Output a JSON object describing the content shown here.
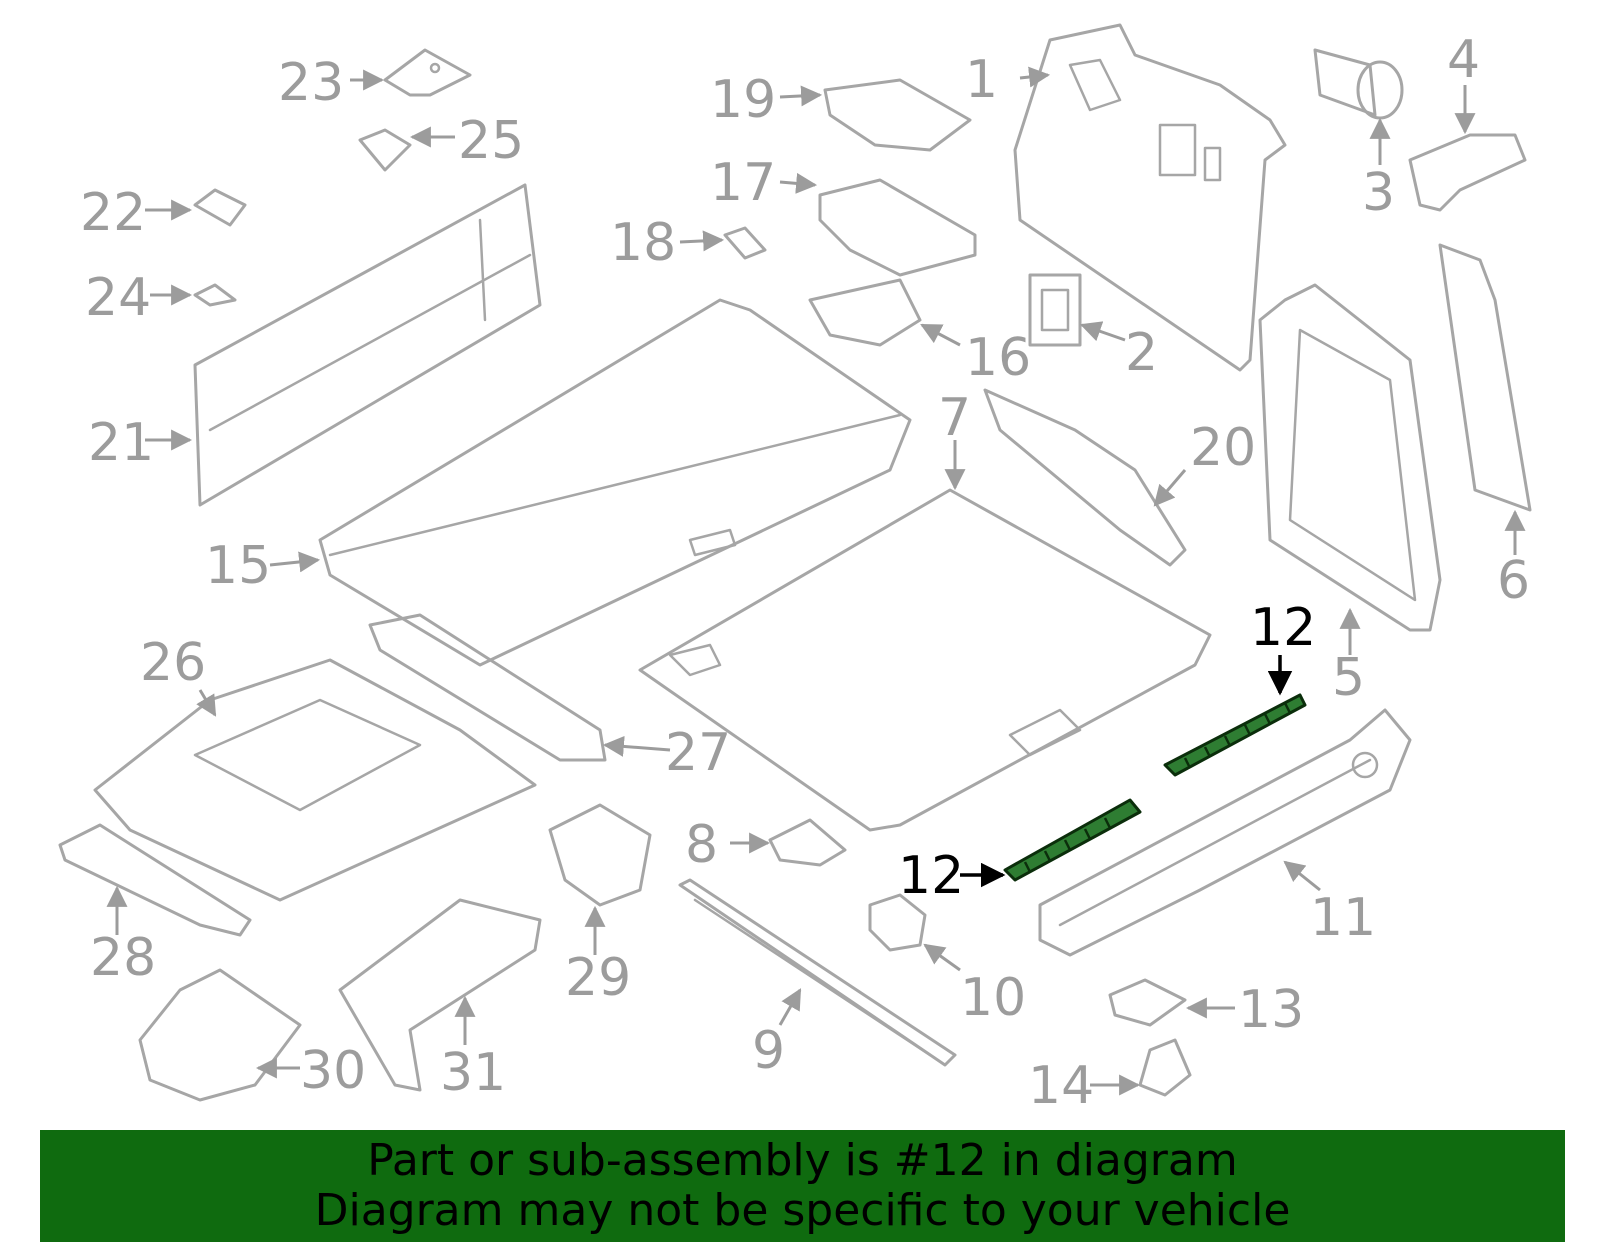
{
  "colors": {
    "part_outline": "#a6a6a6",
    "label_gray": "#9c9c9c",
    "highlight_fill": "#2e7d32",
    "highlight_label": "#000000",
    "banner_bg": "#0f6b0f",
    "banner_text": "#000000"
  },
  "callouts": {
    "c1": "1",
    "c2": "2",
    "c3": "3",
    "c4": "4",
    "c5": "5",
    "c6": "6",
    "c7": "7",
    "c8": "8",
    "c9": "9",
    "c10": "10",
    "c11": "11",
    "c12a": "12",
    "c12b": "12",
    "c13": "13",
    "c14": "14",
    "c15": "15",
    "c16": "16",
    "c17": "17",
    "c18": "18",
    "c19": "19",
    "c20": "20",
    "c21": "21",
    "c22": "22",
    "c23": "23",
    "c24": "24",
    "c25": "25",
    "c26": "26",
    "c27": "27",
    "c28": "28",
    "c29": "29",
    "c30": "30",
    "c31": "31"
  },
  "banner": {
    "line1": "Part or sub-assembly is #12 in diagram",
    "line2": "Diagram may not be specific to your vehicle"
  }
}
